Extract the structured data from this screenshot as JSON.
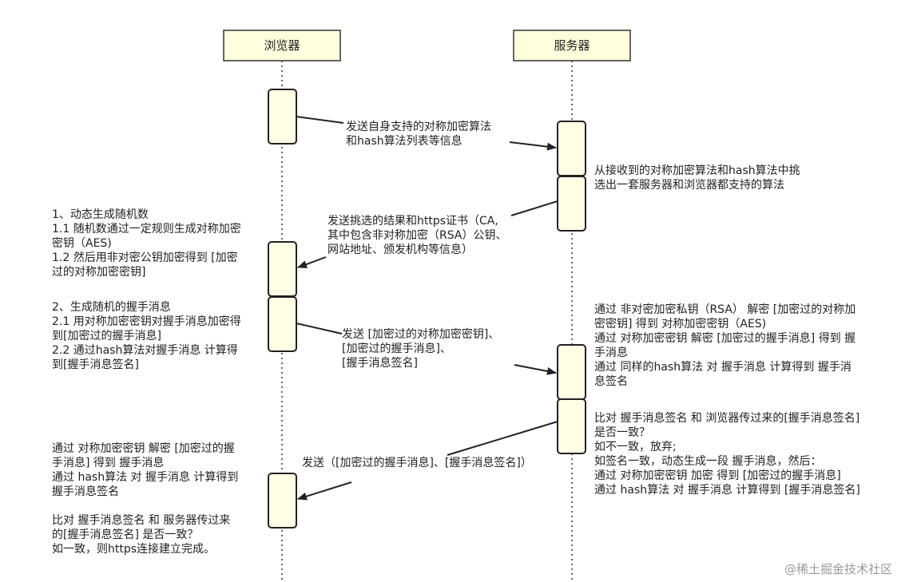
{
  "actors": {
    "browser": "浏览器",
    "server": "服务器"
  },
  "messages": {
    "m1": "发送自身支持的对称加密算法\n和hash算法列表等信息",
    "m2": "发送挑选的结果和https证书（CA,\n其中包含非对称加密（RSA）公钥、\n网站地址、颁发机构等信息）",
    "m3": "发送 [加密过的对称加密密钥]、\n[加密过的握手消息]、\n[握手消息签名]",
    "m4": "发送（[加密过的握手消息]、[握手消息签名]）"
  },
  "notes": {
    "server_select": "从接收到的对称加密算法和hash算法中挑\n选出一套服务器和浏览器都支持的算法",
    "browser_gen_key": "1、动态生成随机数\n1.1 随机数通过一定规则生成对称加密\n密钥（AES)\n1.2 然后用非对密公钥加密得到 [加密\n过的对称加密密钥]",
    "browser_handshake": "2、生成随机的握手消息\n2.1 用对称加密密钥对握手消息加密得\n到[加密过的握手消息]\n2.2 通过hash算法对握手消息 计算得\n到[握手消息签名]",
    "server_decrypt": "通过 非对密加密私钥（RSA） 解密 [加密过的对称加\n密密钥] 得到 对称加密密钥（AES)\n通过 对称加密密钥 解密 [加密过的握手消息] 得到 握\n手消息\n通过 同样的hash算法 对 握手消息 计算得到 握手消\n息签名",
    "server_compare": "比对 握手消息签名 和 浏览器传过来的[握手消息签名]\n是否一致？\n如不一致，放弃;\n如签名一致，动态生成一段 握手消息，然后：\n通过 对称加密密钥 加密 得到 [加密过的握手消息]\n通过 hash算法 对 握手消息 计算得到 [握手消息签名]",
    "browser_final": "通过 对称加密密钥 解密 [加密过的握\n手消息] 得到 握手消息\n通过 hash算法 对 握手消息 计算得到\n握手消息签名\n\n比对 握手消息签名 和 服务器传过来\n的[握手消息签名] 是否一致？\n如一致，则https连接建立完成。"
  },
  "watermark": "@稀土掘金技术社区",
  "colors": {
    "box_fill": "#ffffe6",
    "actor_fill": "#ffffdd",
    "line": "#222222"
  }
}
